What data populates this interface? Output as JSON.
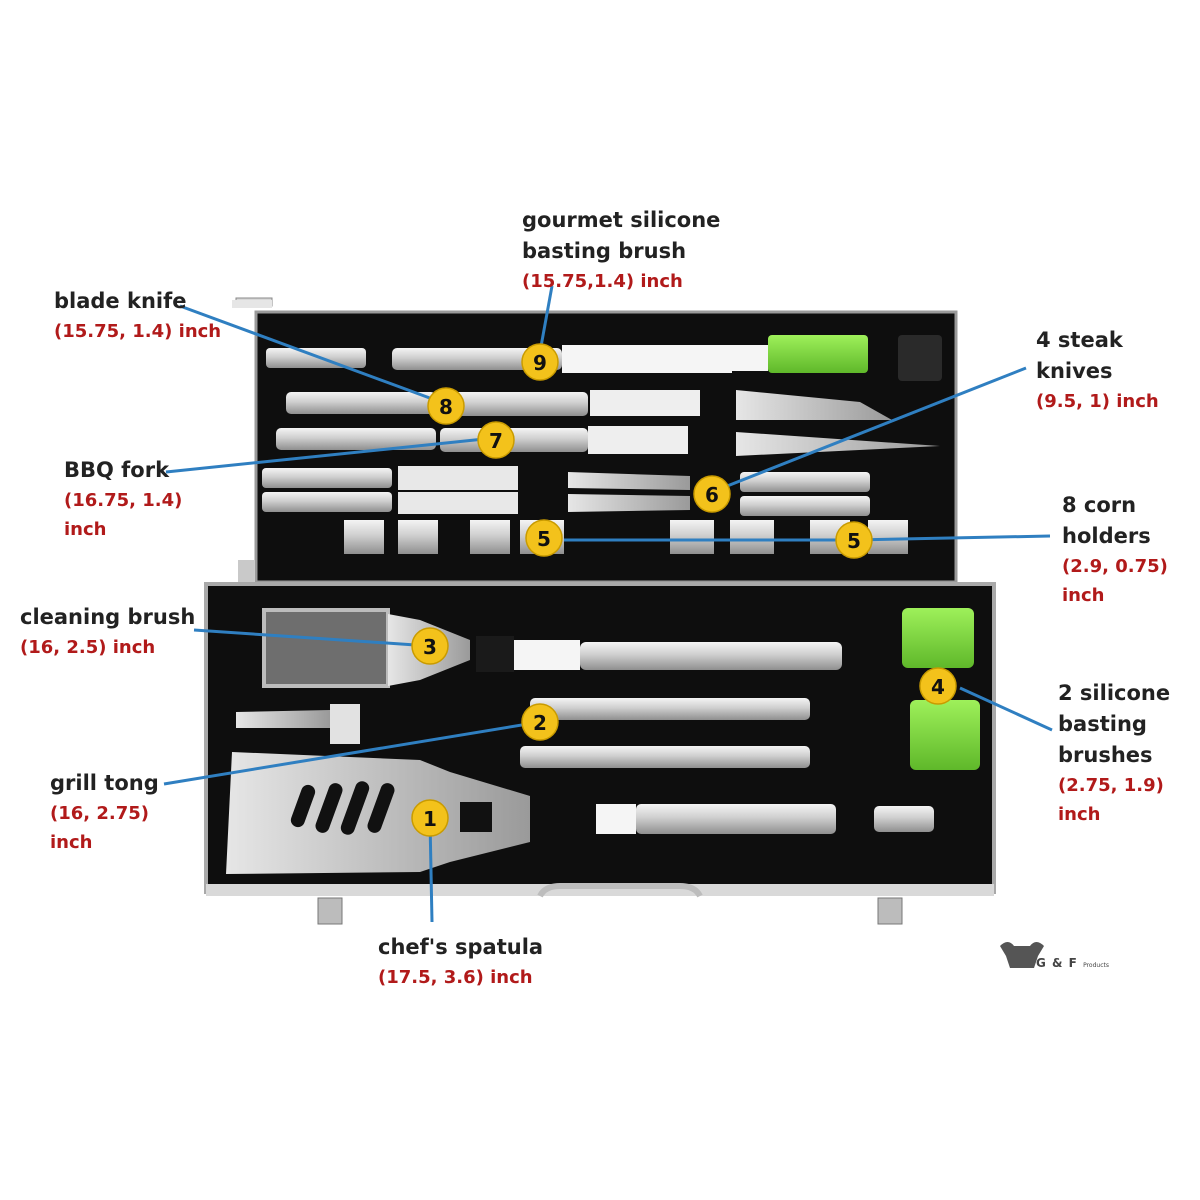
{
  "labels": {
    "gourmet_brush": {
      "line1": "gourmet silicone",
      "line2": "basting brush",
      "dims": "(15.75,1.4) inch"
    },
    "blade_knife": {
      "line1": "blade knife",
      "dims": "(15.75, 1.4) inch"
    },
    "steak_knives": {
      "line1": "4 steak",
      "line2": "knives",
      "dims": "(9.5, 1) inch"
    },
    "bbq_fork": {
      "line1": "BBQ fork",
      "dims": "(16.75, 1.4)",
      "dims2": "inch"
    },
    "corn_holders": {
      "line1": "8 corn",
      "line2": "holders",
      "dims": "(2.9, 0.75)",
      "dims2": "inch"
    },
    "cleaning_brush": {
      "line1": "cleaning brush",
      "dims": "(16, 2.5) inch"
    },
    "silicone_brushes": {
      "line1": "2 silicone",
      "line2": "basting",
      "line3": "brushes",
      "dims": "(2.75, 1.9)",
      "dims2": "inch"
    },
    "grill_tong": {
      "line1": "grill tong",
      "dims": "(16, 2.75)",
      "dims2": "inch"
    },
    "chefs_spatula": {
      "line1": "chef's spatula",
      "dims": "(17.5, 3.6) inch"
    }
  },
  "markers": [
    "1",
    "2",
    "3",
    "4",
    "5",
    "5",
    "6",
    "7",
    "8",
    "9"
  ],
  "logo": {
    "text": "G & F",
    "subtext": "Products"
  },
  "colors": {
    "marker_fill": "#f3c21b",
    "leader_line": "#2f7fc1",
    "dimension_text": "#b11a1a",
    "case_lining": "#111111",
    "silicone": "#7ed321",
    "steel": "#c8c8c8"
  }
}
